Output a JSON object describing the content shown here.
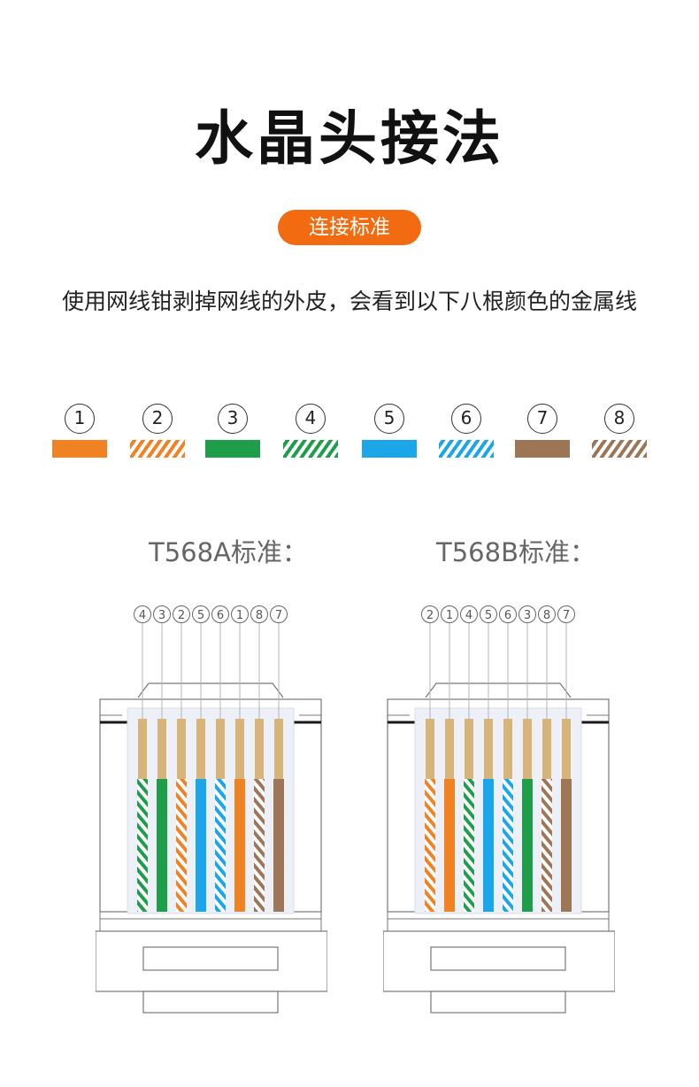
{
  "title": "水晶头接法",
  "badge": "连接标准",
  "description": "使用网线钳剥掉网线的外皮，会看到以下八根颜色的金属线",
  "legend": [
    {
      "num": "1",
      "name": "orange-solid",
      "color": "#f08224",
      "striped": false
    },
    {
      "num": "2",
      "name": "orange-striped",
      "color": "#f08224",
      "striped": true
    },
    {
      "num": "3",
      "name": "green-solid",
      "color": "#1e9e4a",
      "striped": false
    },
    {
      "num": "4",
      "name": "green-striped",
      "color": "#1e9e4a",
      "striped": true
    },
    {
      "num": "5",
      "name": "blue-solid",
      "color": "#1aa6e8",
      "striped": false
    },
    {
      "num": "6",
      "name": "blue-striped",
      "color": "#1aa6e8",
      "striped": true
    },
    {
      "num": "7",
      "name": "brown-solid",
      "color": "#9c7656",
      "striped": false
    },
    {
      "num": "8",
      "name": "brown-striped",
      "color": "#9c7656",
      "striped": true
    }
  ],
  "standards": [
    {
      "id": "t568a",
      "label": "T568A标准：",
      "order": "④③②⑤⑥①⑧⑦",
      "sequence": [
        4,
        3,
        2,
        5,
        6,
        1,
        8,
        7
      ]
    },
    {
      "id": "t568b",
      "label": "T568B标准：",
      "order": "②①④⑤⑥③⑧⑦",
      "sequence": [
        2,
        1,
        4,
        5,
        6,
        3,
        8,
        7
      ]
    }
  ],
  "colors": {
    "accent": "#f26b10",
    "copper": "#d6b47a"
  }
}
